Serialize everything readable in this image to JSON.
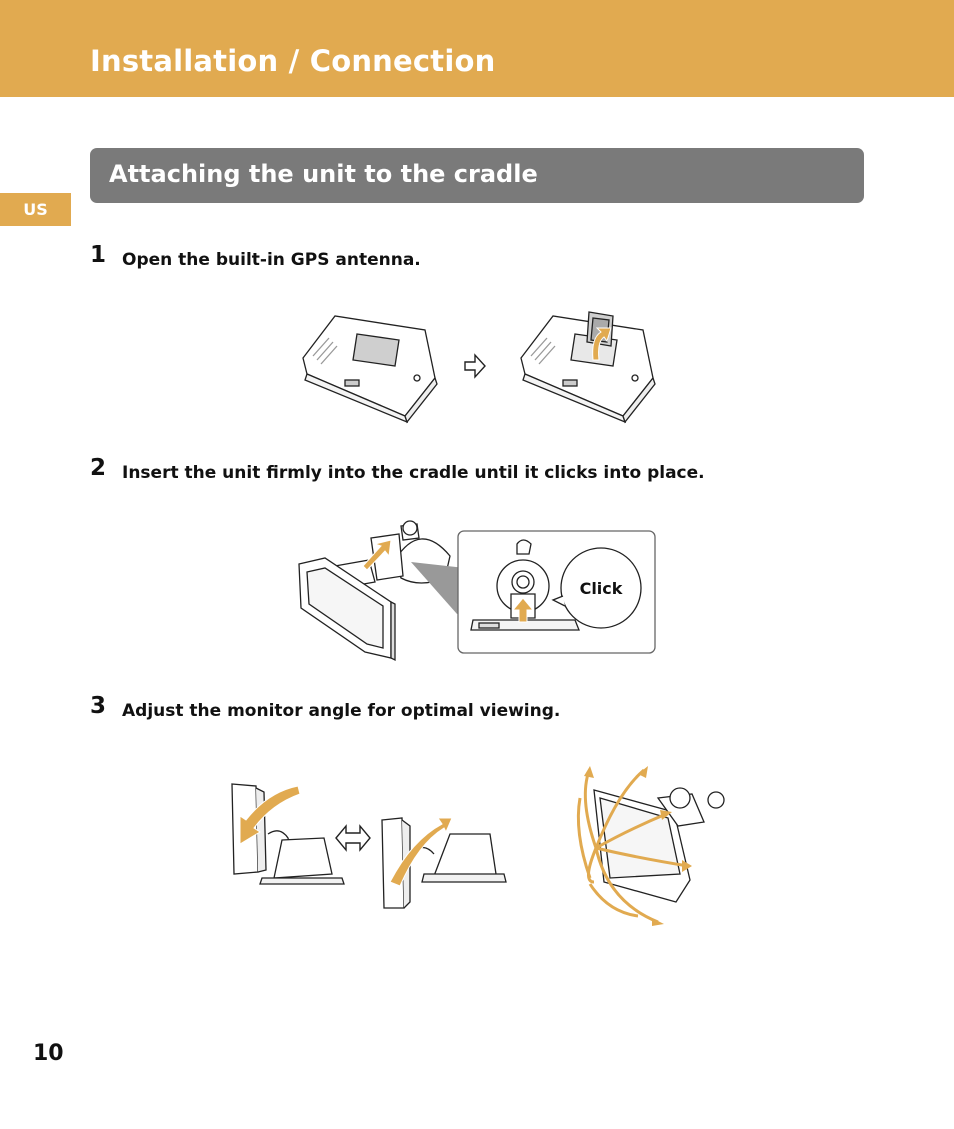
{
  "header": {
    "title": "Installation / Connection"
  },
  "section": {
    "title": "Attaching the unit to the cradle"
  },
  "side_tab": {
    "label": "US"
  },
  "steps": [
    {
      "number": "1",
      "text": "Open the built-in GPS antenna."
    },
    {
      "number": "2",
      "text": "Insert the unit firmly into the cradle until it clicks into place."
    },
    {
      "number": "3",
      "text": "Adjust the monitor angle for optimal viewing."
    }
  ],
  "callout": {
    "label": "Click"
  },
  "page_number": "10",
  "colors": {
    "accent": "#e1aa50",
    "section_bar": "#7a7a7a",
    "arrow_fill": "#e1aa50"
  }
}
